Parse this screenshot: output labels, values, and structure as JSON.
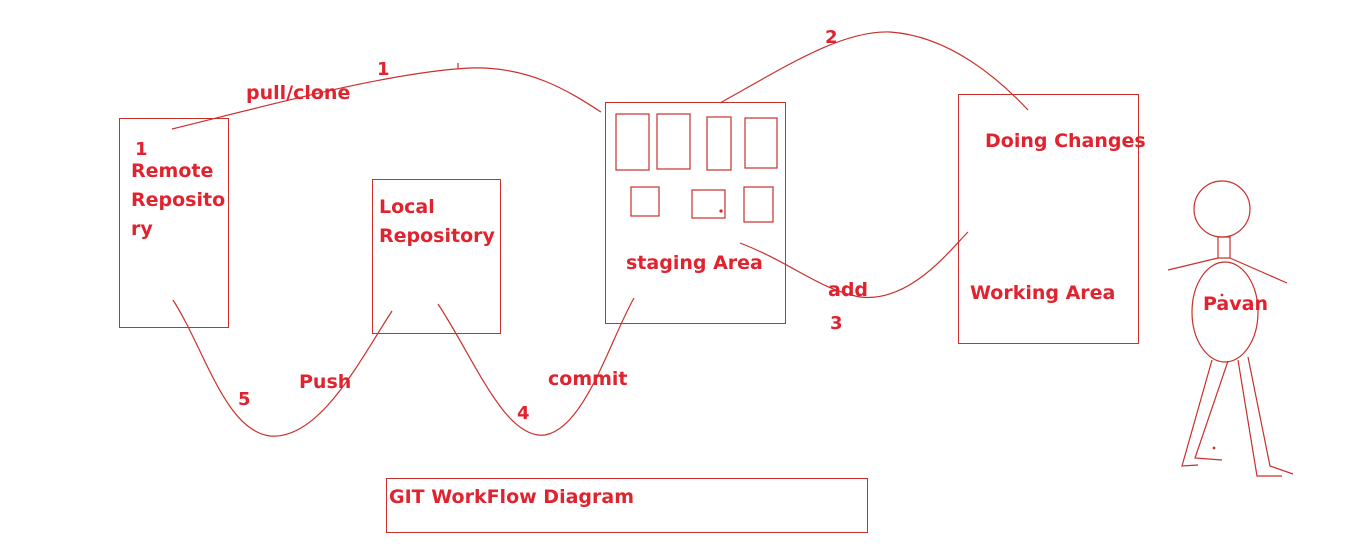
{
  "diagram": {
    "title": "GIT WorkFlow Diagram",
    "stroke_color": "#c9302c",
    "text_color": "#e0232f",
    "nodes": {
      "remote": {
        "step": "1",
        "lines": [
          "Remote",
          "Reposito",
          "ry"
        ]
      },
      "local": {
        "lines": [
          "Local",
          "Repository"
        ]
      },
      "staging": {
        "label": "staging Area"
      },
      "working": {
        "label_top": "Doing Changes",
        "label_bottom": "Working Area"
      },
      "person": {
        "name": "Pavan"
      }
    },
    "edges": {
      "pull_clone": {
        "label": "pull/clone",
        "step": "1"
      },
      "to_working": {
        "step": "2"
      },
      "add": {
        "label": "add",
        "step": "3"
      },
      "commit": {
        "label": "commit",
        "step": "4"
      },
      "push": {
        "label": "Push",
        "step": "5"
      }
    }
  }
}
